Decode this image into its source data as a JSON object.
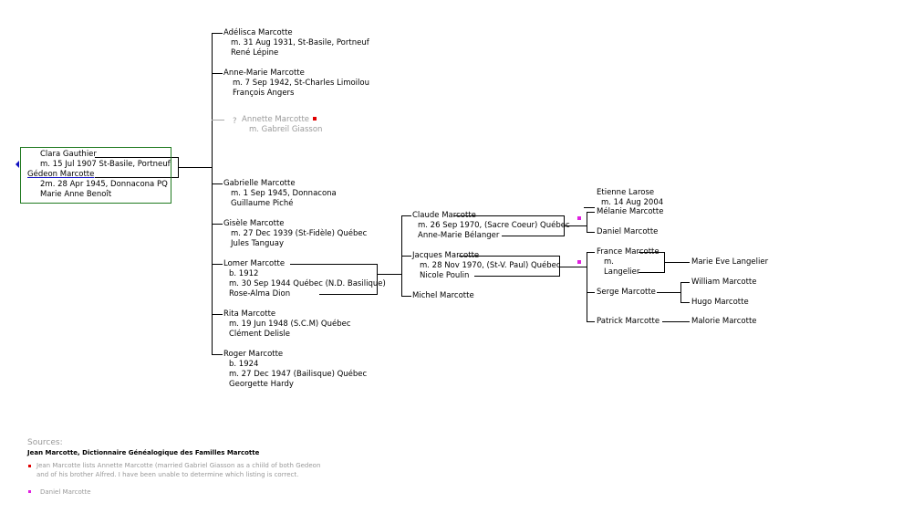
{
  "root": {
    "spouse1": "Clara Gauthier",
    "marriage1": "m. 15 Jul 1907 St-Basile, Portneuf",
    "person": "Gédeon Marcotte",
    "marriage2": "2m. 28 Apr 1945, Donnacona PQ",
    "spouse2": "Marie Anne Benoît"
  },
  "children": [
    {
      "name": "Adélisca Marcotte",
      "lines": [
        "m. 31 Aug 1931, St-Basile, Portneuf"
      ],
      "spouse": "René Lépine"
    },
    {
      "name": "Anne-Marie Marcotte",
      "lines": [
        "m. 7 Sep 1942, St-Charles Limoilou"
      ],
      "spouse": "François Angers"
    },
    {
      "name": "Annette Marcotte",
      "prefix": "?",
      "lines": [
        "m. Gabreil Giasson"
      ]
    },
    {
      "name": "Gabrielle Marcotte",
      "lines": [
        "m. 1 Sep 1945, Donnacona"
      ],
      "spouse": "Guillaume Piché"
    },
    {
      "name": "Gisèle Marcotte",
      "lines": [
        "m. 27 Dec 1939  (St-Fidèle) Québec"
      ],
      "spouse": "Jules Tanguay"
    },
    {
      "name": "Lomer Marcotte",
      "lines": [
        "b. 1912",
        "m. 30 Sep 1944 Québec (N.D. Basilique)"
      ],
      "spouse": "Rose-Alma Dion"
    },
    {
      "name": "Rita Marcotte",
      "lines": [
        "m. 19 Jun 1948 (S.C.M) Québec"
      ],
      "spouse": "Clément Delisle"
    },
    {
      "name": "Roger Marcotte",
      "lines": [
        "b. 1924",
        "m. 27 Dec 1947 (Bailisque) Québec"
      ],
      "spouse": "Georgette Hardy"
    }
  ],
  "lomer_children": [
    {
      "name": "Claude Marcotte",
      "lines": [
        "m. 26 Sep 1970, (Sacre Coeur) Québec"
      ],
      "spouse": "Anne-Marie Bélanger"
    },
    {
      "name": "Jacques Marcotte",
      "lines": [
        "m. 28 Nov 1970, (St-V. Paul) Québec"
      ],
      "spouse": "Nicole Poulin"
    },
    {
      "name": "Michel Marcotte"
    }
  ],
  "claude_children": {
    "melanie_spouse": "Etienne Larose",
    "melanie_marriage": "m. 14 Aug 2004",
    "melanie": "Mélanie Marcotte",
    "daniel": "Daniel Marcotte"
  },
  "jacques_children": {
    "france": "France Marcotte",
    "france_m": "m.",
    "france_spouse": "Langelier",
    "france_child": "Marie Eve Langelier",
    "serge": "Serge Marcotte",
    "serge_child1": "William Marcotte",
    "serge_child2": "Hugo Marcotte",
    "patrick": "Patrick Marcotte",
    "patrick_child": "Malorie Marcotte"
  },
  "sources": {
    "title": "Sources:",
    "main": "Jean Marcotte, Dictionnaire Généalogique des Familles Marcotte",
    "note1_line1": "Jean Marcotte lists Annette Marcotte (married Gabriel Giasson as a chiild of both Gedeon",
    "note1_line2": "and of his brother Alfred.  I have been unable to determine which listing is correct.",
    "note2": "Daniel Marcotte"
  },
  "colors": {
    "root_box_border": "#207a20",
    "red_marker": "#e00000",
    "magenta_marker": "#e020e0",
    "nav_arrow": "#1010c0",
    "grey_text": "#999999"
  }
}
